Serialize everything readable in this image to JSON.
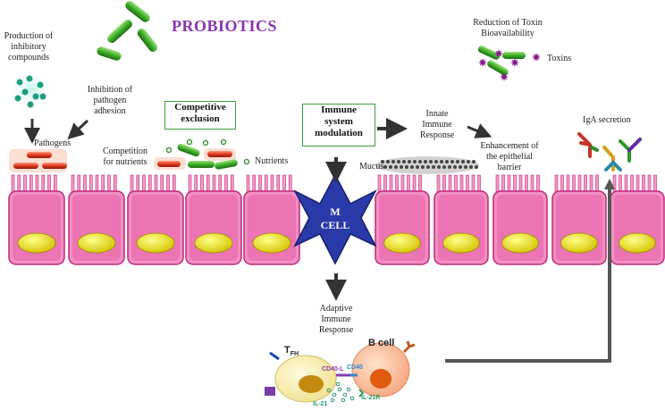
{
  "title": "PROBIOTICS",
  "labels": {
    "inhibitory": "Production of\ninhibitory\ncompounds",
    "inhibition_adhesion": "Inhibition of\npathogen\nadhesion",
    "pathogens": "Pathogens",
    "competition_nutrients": "Competition\nfor nutrients",
    "nutrients": "Nutrients",
    "competitive_exclusion": "Competitive\nexclusion",
    "immune_modulation": "Immune\nsystem\nmodulation",
    "innate": "Innate\nImmune\nResponse",
    "enhancement": "Enhancement of\nthe epithelial\nbarrier",
    "mucus": "Mucus",
    "reduction_toxin": "Reduction of Toxin\nBioavailability",
    "toxins": "Toxins",
    "iga": "IgA secretion",
    "m_cell": "M\nCELL",
    "adaptive": "Adaptive\nImmune\nResponse",
    "tfh_main": "T",
    "tfh_sub": "FH",
    "b_cell": "B cell",
    "cd40l": "CD40-L",
    "cd40": "CD40",
    "il21": "IL-21",
    "il21r": "IL-21R"
  },
  "colors": {
    "title": "#8a34b0",
    "box_border": "#3aa33a",
    "cell_pink": "#f08fc2",
    "cell_border": "#c0287a",
    "nucleus": "#f2e200",
    "m_cell": "#2a3aa8",
    "bacteria_green": "#3fae2a",
    "pathogen_red": "#e03a1e",
    "toxin": "#8a1a8a"
  }
}
